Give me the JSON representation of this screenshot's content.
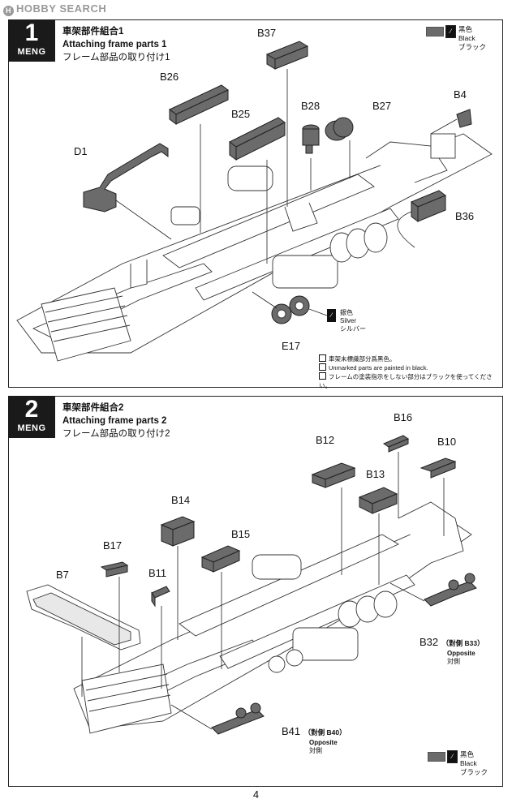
{
  "watermark": {
    "text": "HOBBY SEARCH",
    "icon": "H"
  },
  "color_black": "#6b6b6b",
  "legend": {
    "line1": "黑色",
    "line2": "Black",
    "line3": "ブラック",
    "brush": "brush-icon"
  },
  "step1": {
    "number": "1",
    "brand": "MENG",
    "title_zh": "車架部件組合1",
    "title_en": "Attaching frame parts 1",
    "title_ja": "フレーム部品の取り付け1",
    "parts": {
      "b37": "B37",
      "b26": "B26",
      "b28": "B28",
      "b27": "B27",
      "b4": "B4",
      "b25": "B25",
      "d1": "D1",
      "b36": "B36",
      "e17": "E17"
    },
    "paint": {
      "zh": "銀色",
      "en": "Silver",
      "ja": "シルバー"
    },
    "note": {
      "zh": "車架未標識部分爲黑色。",
      "en": "Unmarked parts are painted in black.",
      "ja": "フレームの塗装指示をしない部分はブラックを使ってください。"
    }
  },
  "step2": {
    "number": "2",
    "brand": "MENG",
    "title_zh": "車架部件組合2",
    "title_en": "Attaching frame parts 2",
    "title_ja": "フレーム部品の取り付け2",
    "parts": {
      "b16": "B16",
      "b12": "B12",
      "b10": "B10",
      "b13": "B13",
      "b14": "B14",
      "b15": "B15",
      "b17": "B17",
      "b11": "B11",
      "b7": "B7"
    },
    "b32": {
      "label": "B32",
      "paren_open": "（",
      "opp_zh": "對側",
      "opp_part": "B33",
      "paren_close": "）",
      "en": "Opposite",
      "ja": "対側"
    },
    "b41": {
      "label": "B41",
      "paren_open": "（",
      "opp_zh": "對側",
      "opp_part": "B40",
      "paren_close": "）",
      "en": "Opposite",
      "ja": "対側"
    }
  },
  "page_number": "4"
}
